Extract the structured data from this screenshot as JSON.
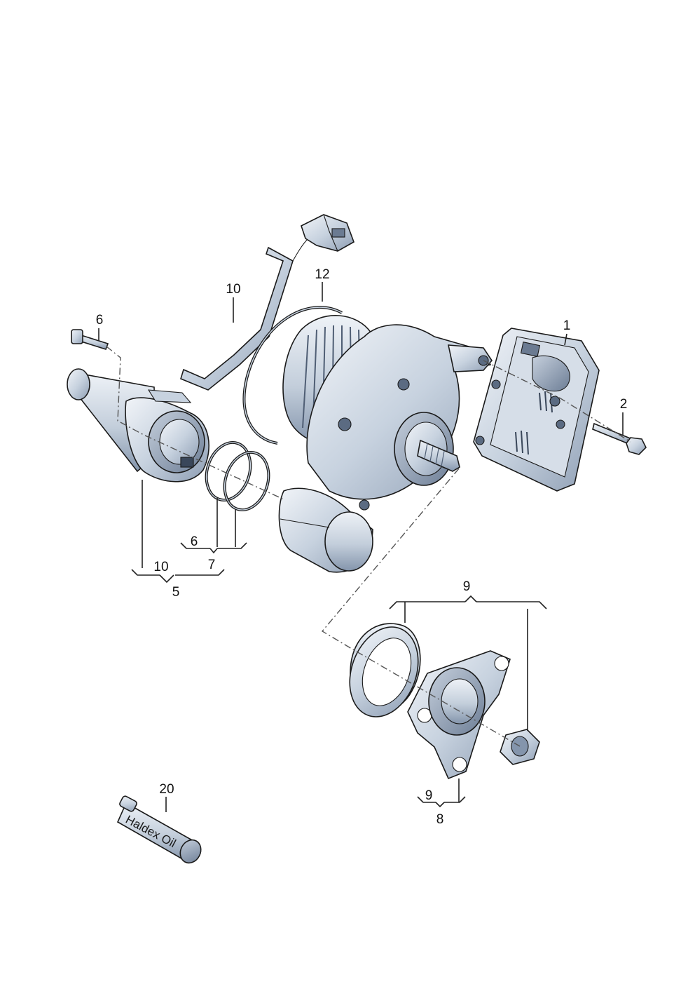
{
  "callouts": {
    "c1": "1",
    "c2": "2",
    "c5": "5",
    "c6_bolt": "6",
    "c6_ring": "6",
    "c7": "7",
    "c8": "8",
    "c9_top": "9",
    "c9_bottom": "9",
    "c10_cable": "10",
    "c10_motor": "10",
    "c12": "12",
    "c20": "20"
  },
  "oil_bottle_label": "Haldex Oil",
  "colors": {
    "metal_light": "#dfe6ef",
    "metal_mid": "#b9c6d6",
    "metal_dark": "#7f90a8",
    "line": "#1a1a1a"
  }
}
